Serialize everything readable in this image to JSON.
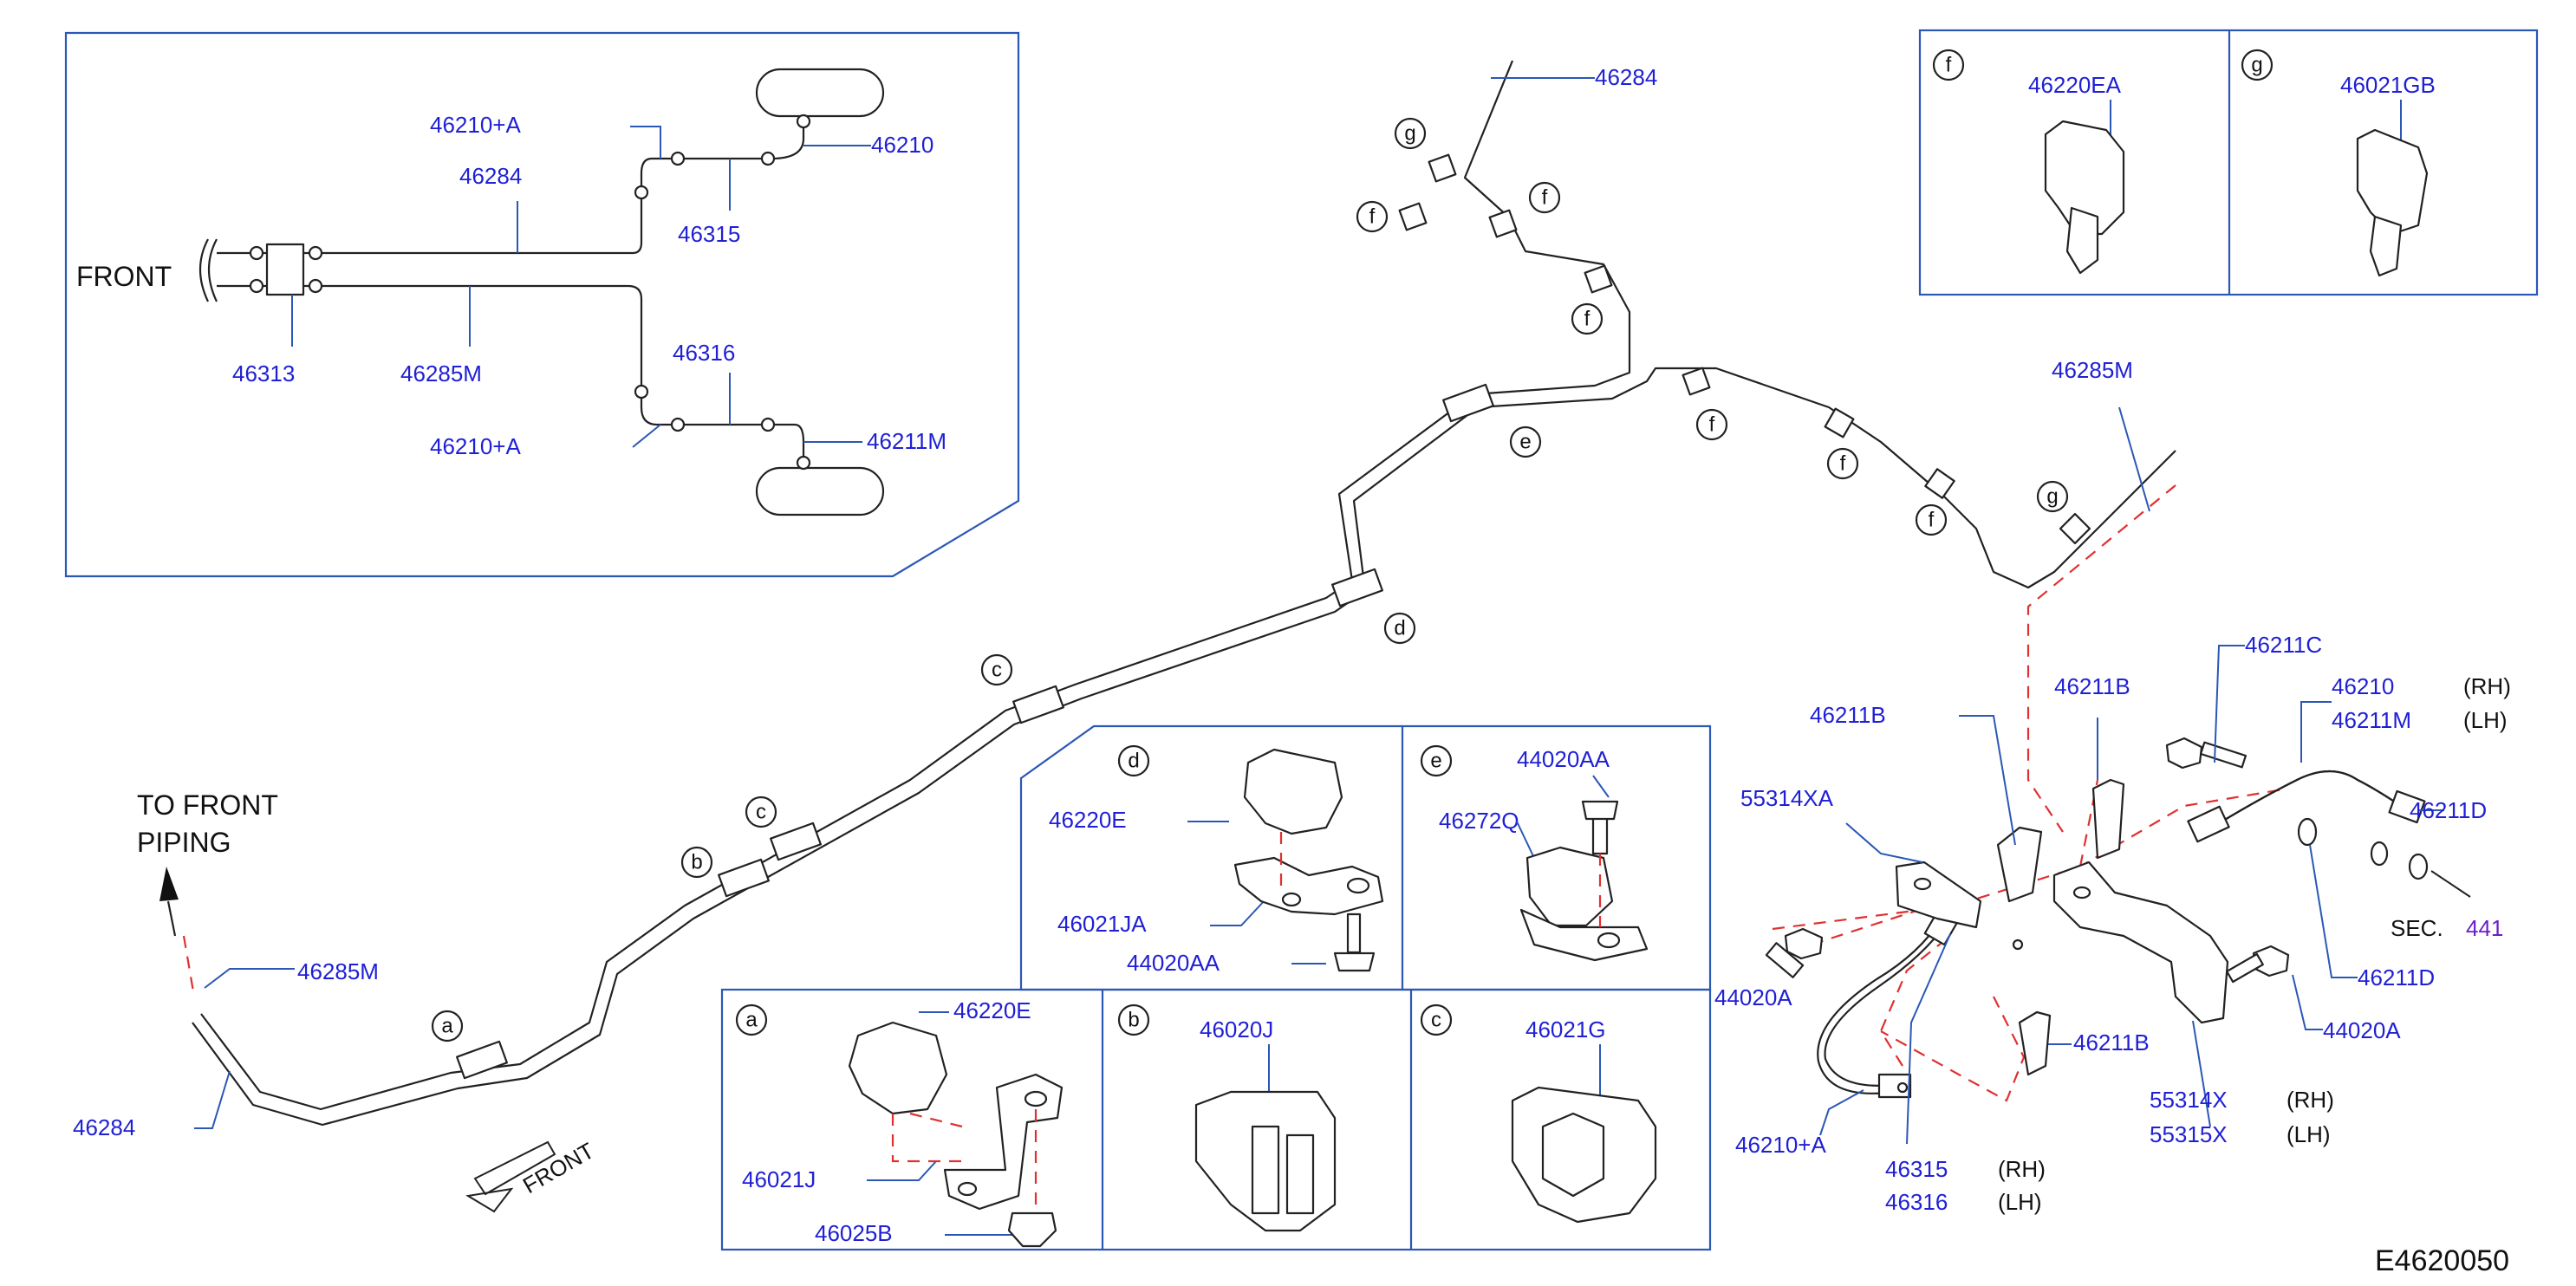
{
  "diagram_code": "E4620050",
  "labels": {
    "inset_46210_plus_a_top": "46210+A",
    "inset_46210": "46210",
    "inset_46284": "46284",
    "inset_46315": "46315",
    "inset_front": "FRONT",
    "inset_46313": "46313",
    "inset_46285m": "46285M",
    "inset_46316": "46316",
    "inset_46210_plus_a_bottom": "46210+A",
    "inset_46211m": "46211M",
    "top_46284": "46284",
    "right_46285m": "46285M",
    "to_front": "TO  FRONT",
    "piping": "PIPING",
    "left_46285m": "46285M",
    "left_46284": "46284",
    "front_arrow": "FRONT",
    "f_46220ea": "46220EA",
    "g_46021gb": "46021GB",
    "d_46220e": "46220E",
    "d_46021ja": "46021JA",
    "d_44020aa": "44020AA",
    "e_44020aa": "44020AA",
    "e_46272q": "46272Q",
    "a_46220e": "46220E",
    "a_46021j": "46021J",
    "a_46025b": "46025B",
    "b_46020j": "46020J",
    "c_46021g": "46021G",
    "r_46211c": "46211C",
    "r_46210": "46210",
    "r_46211m": "46211M",
    "r_rh1": "(RH)",
    "r_lh1": "(LH)",
    "r_46211b_a": "46211B",
    "r_46211b_b": "46211B",
    "r_55314xa": "55314XA",
    "r_46211d_a": "46211D",
    "r_sec": "SEC.",
    "r_441": "441",
    "r_44020a_a": "44020A",
    "r_46211d_b": "46211D",
    "r_44020a_b": "44020A",
    "r_46211b_c": "46211B",
    "r_55314x": "55314X",
    "r_55315x": "55315X",
    "r_rh2": "(RH)",
    "r_lh2": "(LH)",
    "r_46210_plus_a": "46210+A",
    "r_46315": "46315",
    "r_46316": "46316",
    "r_rh3": "(RH)",
    "r_lh3": "(LH)"
  },
  "clip_letters": {
    "g1": "g",
    "f1": "f",
    "f2": "f",
    "f3": "f",
    "e1": "e",
    "f4": "f",
    "f5": "f",
    "f6": "f",
    "g2": "g",
    "d1": "d",
    "c1": "c",
    "c2": "c",
    "b1": "b",
    "a1": "a",
    "box_f": "f",
    "box_g": "g",
    "box_d": "d",
    "box_e": "e",
    "box_a": "a",
    "box_b": "b",
    "box_c": "c"
  },
  "colors": {
    "part_number": "#1f1fd6",
    "box_outline": "#2b57b5",
    "exploded_line": "#e03030",
    "section_ref": "#6a1fc8"
  }
}
